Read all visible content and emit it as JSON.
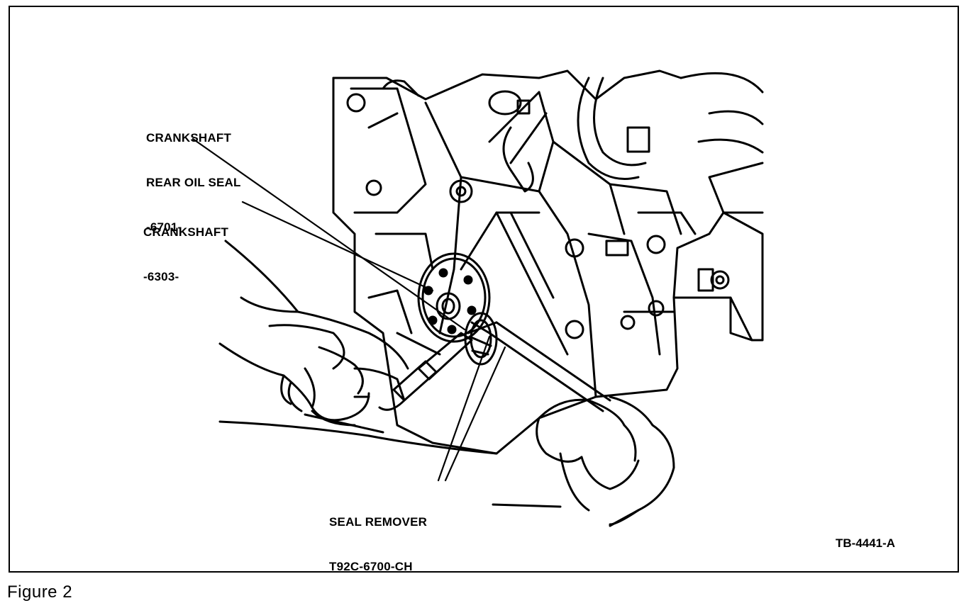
{
  "callouts": {
    "rear_oil_seal": [
      "CRANKSHAFT",
      "REAR OIL SEAL",
      "-6701-"
    ],
    "crankshaft": [
      "CRANKSHAFT",
      "-6303-"
    ],
    "seal_remover": [
      "SEAL REMOVER",
      "T92C-6700-CH"
    ]
  },
  "reference_code": "TB-4441-A",
  "caption": "Figure 2"
}
